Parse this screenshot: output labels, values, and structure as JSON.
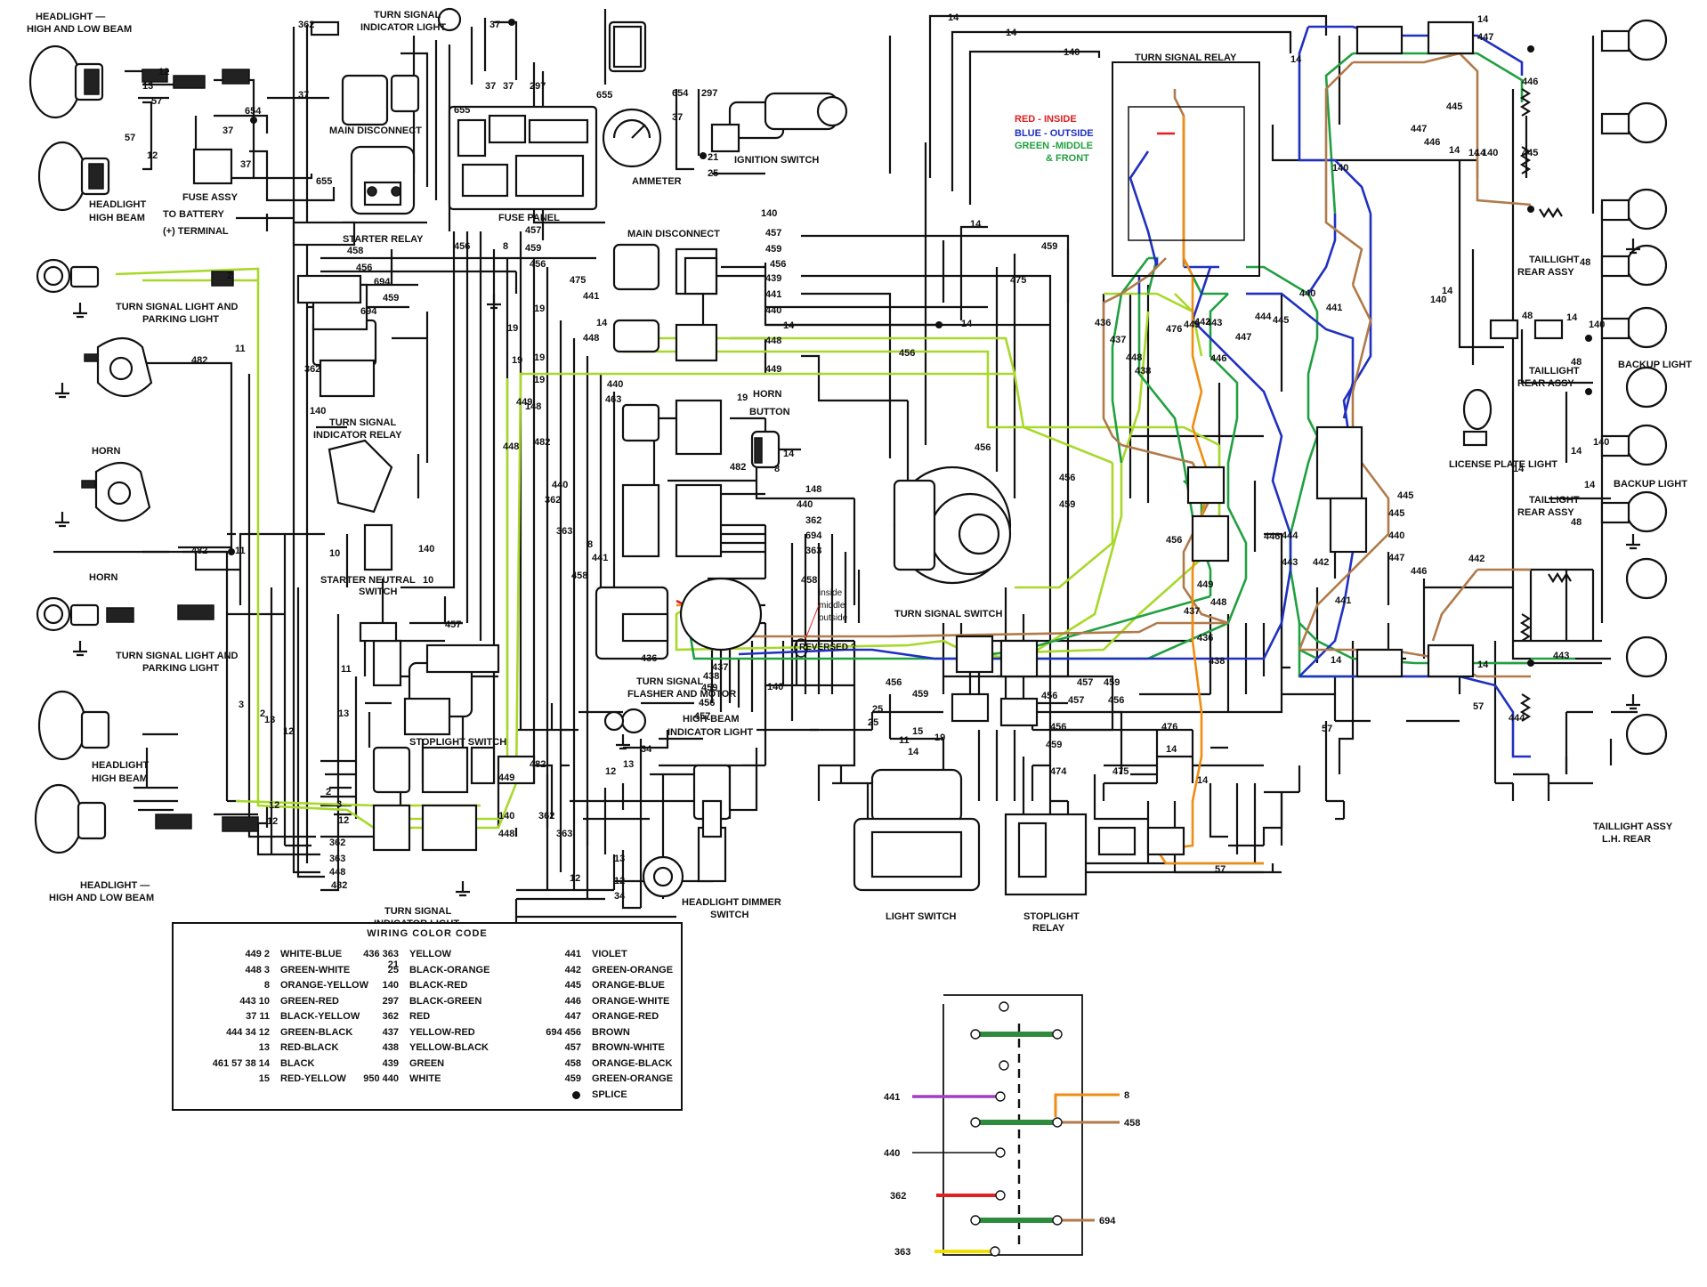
{
  "color_note": {
    "red": "RED - INSIDE",
    "blue": "BLUE - OUTSIDE",
    "green": "GREEN -MIDDLE",
    "front": "& FRONT"
  },
  "colors": {
    "red": "#e02020",
    "blue": "#2030c0",
    "green": "#20a040",
    "yellowgreen": "#a8d82a",
    "brown": "#b07a4a",
    "orange": "#f08c10",
    "purple": "#a040c0",
    "yellow": "#f0e000",
    "darkgreen": "#2e8b3e"
  },
  "labels": {
    "headlight_hi_lo_top": "HEADLIGHT —",
    "headlight_hi_lo_top2": "HIGH AND LOW BEAM",
    "headlight_hi_top": "HEADLIGHT",
    "headlight_hi_top2": "HIGH BEAM",
    "fuse_assy": "FUSE ASSY",
    "to_battery": "TO BATTERY",
    "terminal": "(+) TERMINAL",
    "turn_ind_top": "TURN SIGNAL",
    "turn_ind_top2": "INDICATOR LIGHT",
    "main_disconnect_top": "MAIN DISCONNECT",
    "starter_relay": "STARTER RELAY",
    "fuse_panel": "FUSE PANEL",
    "ammeter": "AMMETER",
    "ignition_switch": "IGNITION SWITCH",
    "turn_signal_relay": "TURN SIGNAL RELAY",
    "turn_park_top": "TURN SIGNAL LIGHT AND",
    "turn_park_top2": "PARKING LIGHT",
    "main_disconnect_mid": "MAIN DISCONNECT",
    "horn1": "HORN",
    "horn2": "HORN",
    "turn_ind_relay": "TURN SIGNAL",
    "turn_ind_relay2": "INDICATOR RELAY",
    "starter_neutral": "STARTER NEUTRAL",
    "starter_neutral2": "SWITCH",
    "horn_button": "HORN",
    "horn_button2": "BUTTON",
    "turn_signal_switch": "TURN SIGNAL SWITCH",
    "turn_park_bot": "TURN SIGNAL LIGHT AND",
    "turn_park_bot2": "PARKING LIGHT",
    "stoplight_switch": "STOPLIGHT SWITCH",
    "flasher": "TURN SIGNAL",
    "flasher2": "FLASHER AND MOTOR",
    "highbeam_ind": "HIGH-BEAM",
    "highbeam_ind2": "INDICATOR LIGHT",
    "headlight_hi_bot": "HEADLIGHT",
    "headlight_hi_bot2": "HIGH BEAM",
    "headlight_hilo_bot": "HEADLIGHT —",
    "headlight_hilo_bot2": "HIGH AND LOW BEAM",
    "turn_ind_bot": "TURN SIGNAL",
    "turn_ind_bot2": "INDICATOR LIGHT",
    "dimmer": "HEADLIGHT DIMMER",
    "dimmer2": "SWITCH",
    "light_switch": "LIGHT SWITCH",
    "stoplight_relay": "STOPLIGHT",
    "stoplight_relay2": "RELAY",
    "taillight_rear1": "TAILLIGHT",
    "taillight_rear1b": "REAR ASSY",
    "taillight_rear2": "TAILLIGHT",
    "taillight_rear2b": "REAR ASSY",
    "backup1": "BACKUP LIGHT",
    "license": "LICENSE PLATE LIGHT",
    "taillight_rear3": "TAILLIGHT",
    "taillight_rear3b": "REAR ASSY",
    "backup2": "BACKUP LIGHT",
    "taillight_lh": "TAILLIGHT ASSY",
    "taillight_lh2": "L.H. REAR",
    "inside": "inside",
    "middle": "middle",
    "outside": "outside",
    "reversed": "REVERSED ?"
  },
  "legend": {
    "title": "WIRING COLOR CODE",
    "col1": [
      {
        "codes": "449   2",
        "name": "WHITE-BLUE"
      },
      {
        "codes": "448   3",
        "name": "GREEN-WHITE"
      },
      {
        "codes": "8",
        "name": "ORANGE-YELLOW"
      },
      {
        "codes": "443  10",
        "name": "GREEN-RED"
      },
      {
        "codes": "37  11",
        "name": "BLACK-YELLOW"
      },
      {
        "codes": "444  34  12",
        "name": "GREEN-BLACK"
      },
      {
        "codes": "13",
        "name": "RED-BLACK"
      },
      {
        "codes": "461  57  38  14",
        "name": "BLACK"
      },
      {
        "codes": "15",
        "name": "RED-YELLOW"
      }
    ],
    "col2": [
      {
        "codes": "436  363  21",
        "name": "YELLOW"
      },
      {
        "codes": "25",
        "name": "BLACK-ORANGE"
      },
      {
        "codes": "140",
        "name": "BLACK-RED"
      },
      {
        "codes": "297",
        "name": "BLACK-GREEN"
      },
      {
        "codes": "362",
        "name": "RED"
      },
      {
        "codes": "437",
        "name": "YELLOW-RED"
      },
      {
        "codes": "438",
        "name": "YELLOW-BLACK"
      },
      {
        "codes": "439",
        "name": "GREEN"
      },
      {
        "codes": "950  440",
        "name": "WHITE"
      }
    ],
    "col3": [
      {
        "codes": "441",
        "name": "VIOLET"
      },
      {
        "codes": "442",
        "name": "GREEN-ORANGE"
      },
      {
        "codes": "445",
        "name": "ORANGE-BLUE"
      },
      {
        "codes": "446",
        "name": "ORANGE-WHITE"
      },
      {
        "codes": "447",
        "name": "ORANGE-RED"
      },
      {
        "codes": "694  456",
        "name": "BROWN"
      },
      {
        "codes": "457",
        "name": "BROWN-WHITE"
      },
      {
        "codes": "458",
        "name": "ORANGE-BLACK"
      },
      {
        "codes": "459",
        "name": "GREEN-ORANGE"
      },
      {
        "codes": "",
        "name": "SPLICE"
      }
    ]
  },
  "inset": {
    "w441": "441",
    "w440": "440",
    "w362": "362",
    "w363": "363",
    "w8": "8",
    "w458": "458",
    "w694": "694"
  }
}
